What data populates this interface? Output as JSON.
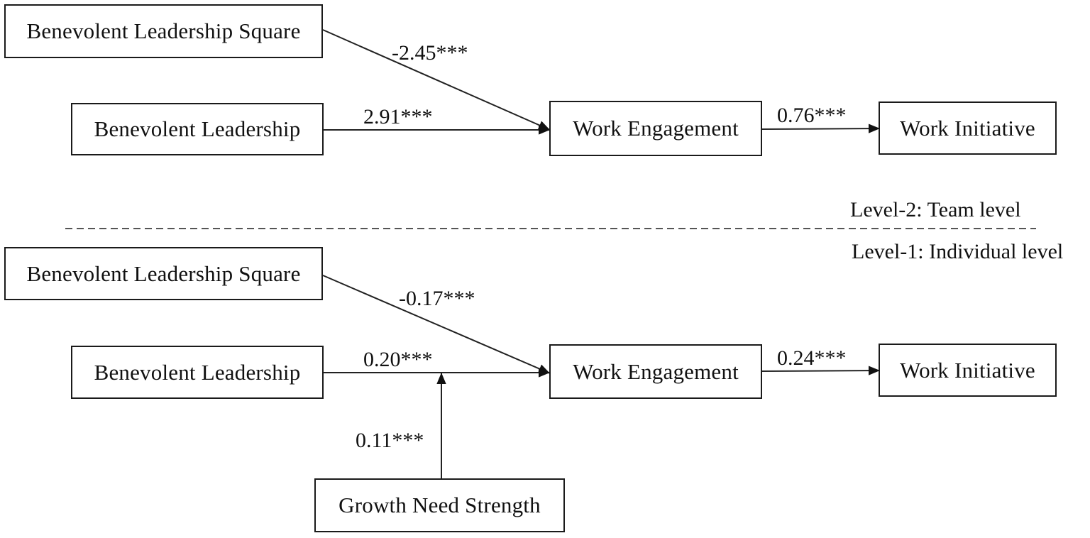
{
  "level_labels": {
    "team": "Level-2: Team level",
    "individual": "Level-1: Individual level"
  },
  "team_model": {
    "nodes": {
      "bls": "Benevolent Leadership Square",
      "bl": "Benevolent Leadership",
      "we": "Work Engagement",
      "wi": "Work Initiative"
    },
    "paths": {
      "bls_we": "-2.45***",
      "bl_we": "2.91***",
      "we_wi": "0.76***"
    }
  },
  "individual_model": {
    "nodes": {
      "bls": "Benevolent Leadership Square",
      "bl": "Benevolent Leadership",
      "we": "Work Engagement",
      "wi": "Work Initiative",
      "gns": "Growth Need Strength"
    },
    "paths": {
      "bls_we": "-0.17***",
      "bl_we": "0.20***",
      "we_wi": "0.24***",
      "gns_mod": "0.11***"
    }
  }
}
